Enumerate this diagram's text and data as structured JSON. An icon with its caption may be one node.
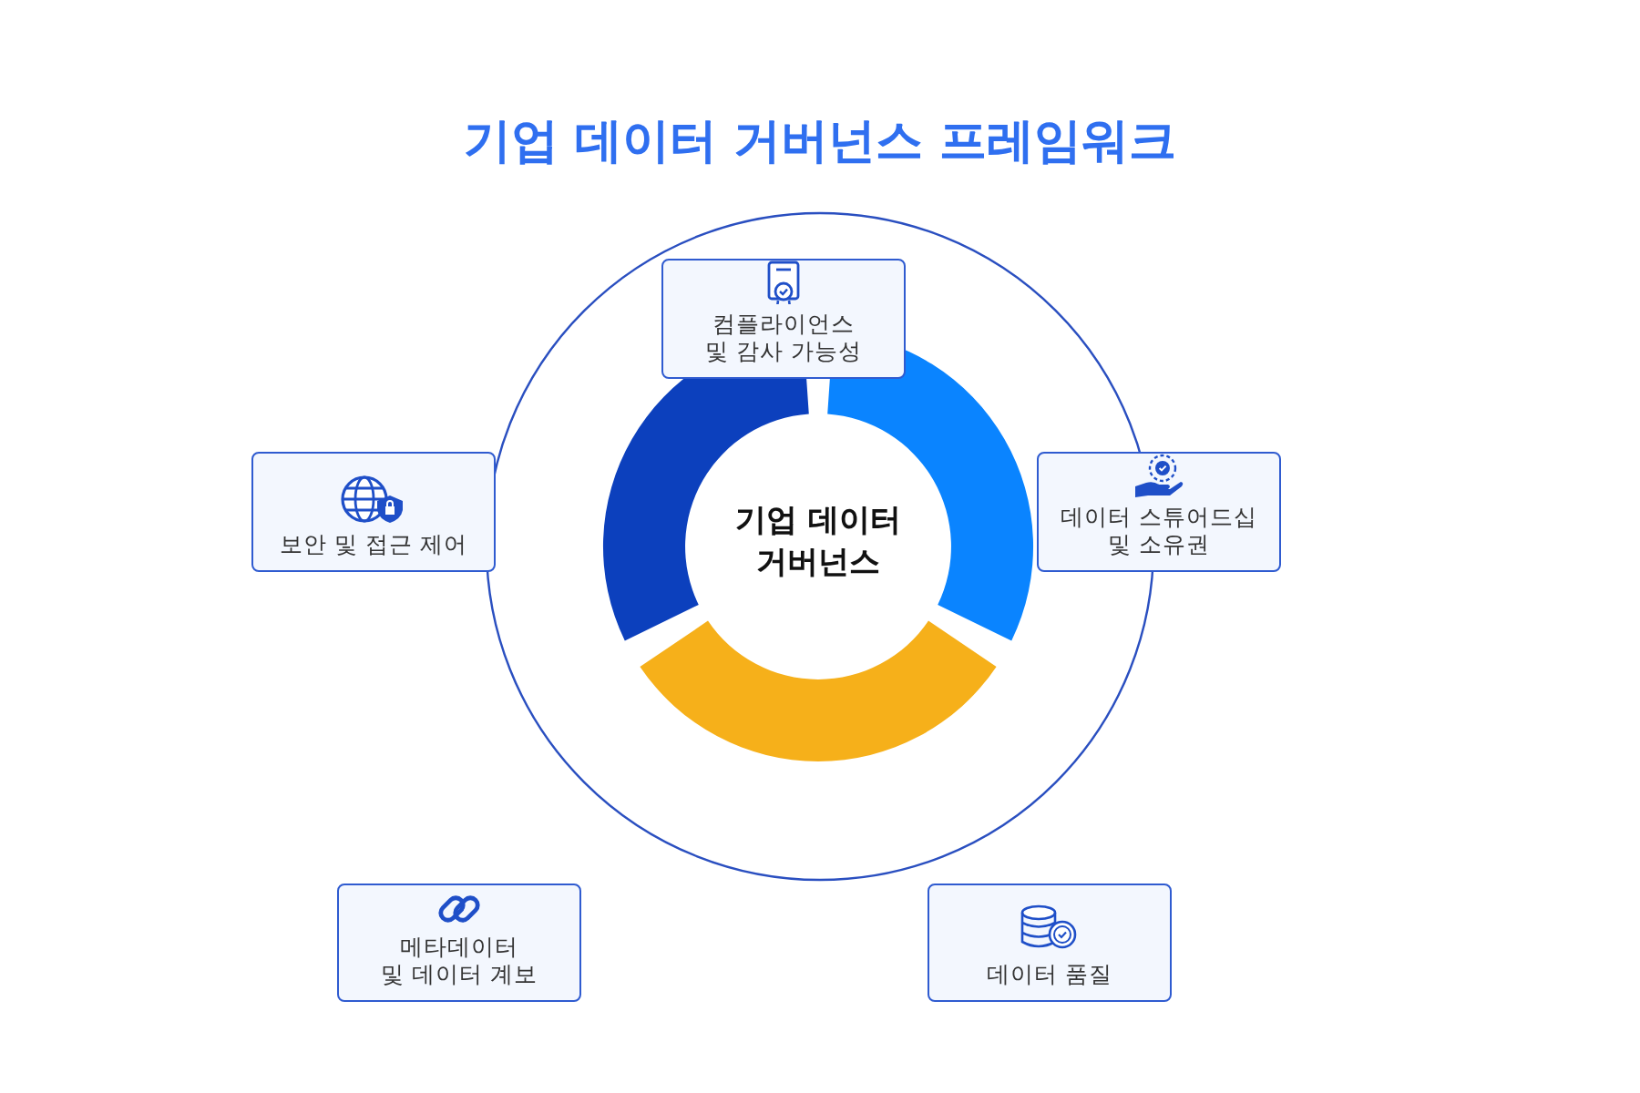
{
  "diagram": {
    "title": "기업 데이터 거버넌스 프레임워크",
    "nodes": [
      {
        "text": [
          "컴플라이언스 및 감사 가능성"
        ]
      },
      {
        "text": [
          "보안 및 접근 제어"
        ]
      },
      {
        "text": [
          "기업 데이터 거버넌스"
        ]
      },
      {
        "text": [
          "데이터 스튜어드십 및 소유권"
        ]
      },
      {
        "text": [
          "메타데이터 및 데이터 계보"
        ]
      },
      {
        "text": [
          "데이터 품질"
        ]
      }
    ]
  }
}
